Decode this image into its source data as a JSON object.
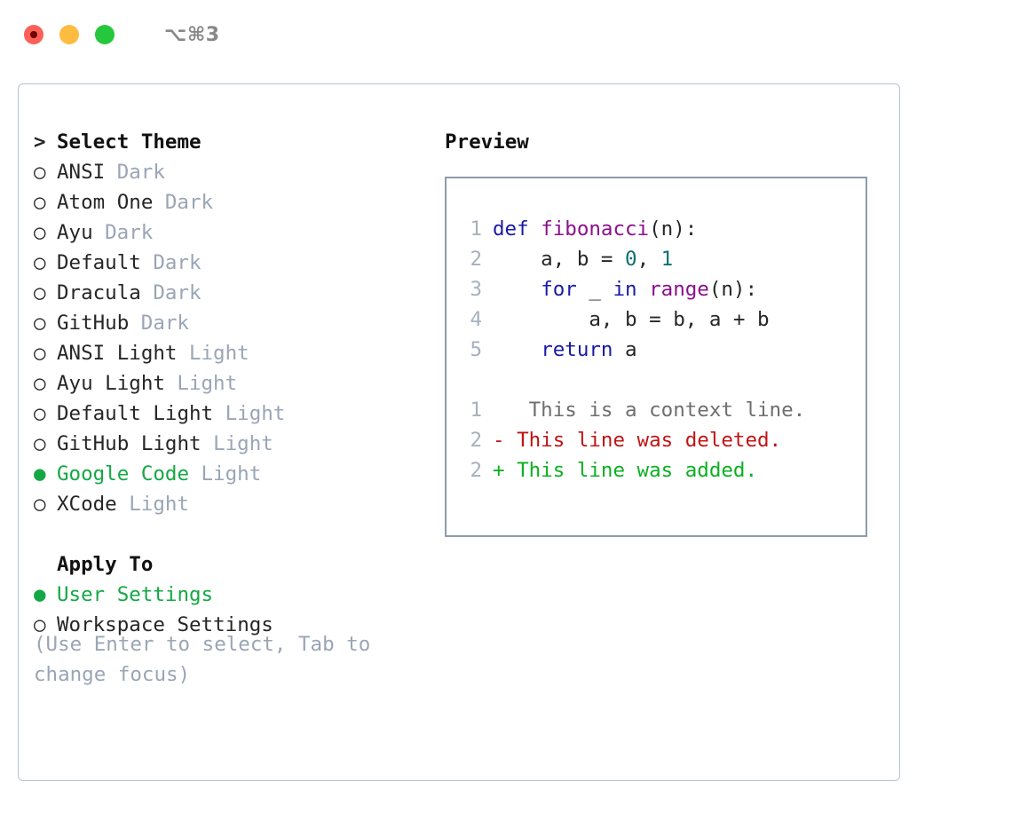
{
  "titlebar": {
    "shortcut": "⌥⌘3",
    "buttons": [
      {
        "name": "close",
        "color": "#fc6058"
      },
      {
        "name": "minimize",
        "color": "#fdbc40"
      },
      {
        "name": "zoom",
        "color": "#25c73c"
      }
    ]
  },
  "colors": {
    "selected_green": "#14a844",
    "muted_gray": "#9aa5b5",
    "keyword_blue": "#1a1aa6",
    "function_magenta": "#8b0f8b",
    "number_teal": "#0c7070",
    "diff_deleted_red": "#c01414",
    "diff_added_green": "#0bb021",
    "line_number_gray": "#a8b0bc",
    "panel_border": "#b9c2cf",
    "preview_border": "#8f9bad"
  },
  "theme_section": {
    "header": "Select Theme",
    "header_prefix": ">",
    "marker_unselected": "○",
    "marker_selected": "●",
    "items": [
      {
        "name": "ANSI",
        "category": "Dark",
        "selected": false
      },
      {
        "name": "Atom One",
        "category": "Dark",
        "selected": false
      },
      {
        "name": "Ayu",
        "category": "Dark",
        "selected": false
      },
      {
        "name": "Default",
        "category": "Dark",
        "selected": false
      },
      {
        "name": "Dracula",
        "category": "Dark",
        "selected": false
      },
      {
        "name": "GitHub",
        "category": "Dark",
        "selected": false
      },
      {
        "name": "ANSI Light",
        "category": "Light",
        "selected": false
      },
      {
        "name": "Ayu Light",
        "category": "Light",
        "selected": false
      },
      {
        "name": "Default Light",
        "category": "Light",
        "selected": false
      },
      {
        "name": "GitHub Light",
        "category": "Light",
        "selected": false
      },
      {
        "name": "Google Code",
        "category": "Light",
        "selected": true
      },
      {
        "name": "XCode",
        "category": "Light",
        "selected": false
      }
    ]
  },
  "apply_to_section": {
    "header": "Apply To",
    "items": [
      {
        "name": "User Settings",
        "selected": true
      },
      {
        "name": "Workspace Settings",
        "selected": false
      }
    ]
  },
  "hint": "(Use Enter to select, Tab to change focus)",
  "preview": {
    "title": "Preview",
    "code_lines": [
      {
        "number": "1",
        "tokens": [
          {
            "t": "def",
            "c": "kw"
          },
          {
            "t": " ",
            "c": "plain"
          },
          {
            "t": "fibonacci",
            "c": "fn"
          },
          {
            "t": "(n):",
            "c": "plain"
          }
        ]
      },
      {
        "number": "2",
        "tokens": [
          {
            "t": "    a, b = ",
            "c": "plain"
          },
          {
            "t": "0",
            "c": "num"
          },
          {
            "t": ", ",
            "c": "plain"
          },
          {
            "t": "1",
            "c": "num"
          }
        ]
      },
      {
        "number": "3",
        "tokens": [
          {
            "t": "    ",
            "c": "plain"
          },
          {
            "t": "for",
            "c": "kw"
          },
          {
            "t": " _ ",
            "c": "plain"
          },
          {
            "t": "in",
            "c": "kw"
          },
          {
            "t": " ",
            "c": "plain"
          },
          {
            "t": "range",
            "c": "fn"
          },
          {
            "t": "(n):",
            "c": "plain"
          }
        ]
      },
      {
        "number": "4",
        "tokens": [
          {
            "t": "        a, b = b, a + b",
            "c": "plain"
          }
        ]
      },
      {
        "number": "5",
        "tokens": [
          {
            "t": "    ",
            "c": "plain"
          },
          {
            "t": "return",
            "c": "kw"
          },
          {
            "t": " a",
            "c": "plain"
          }
        ]
      }
    ],
    "diff_lines": [
      {
        "number": "1",
        "sign": " ",
        "text": "  This is a context line.",
        "kind": "ctx"
      },
      {
        "number": "2",
        "sign": "-",
        "text": " This line was deleted.",
        "kind": "del"
      },
      {
        "number": "2",
        "sign": "+",
        "text": " This line was added.",
        "kind": "add"
      }
    ]
  }
}
